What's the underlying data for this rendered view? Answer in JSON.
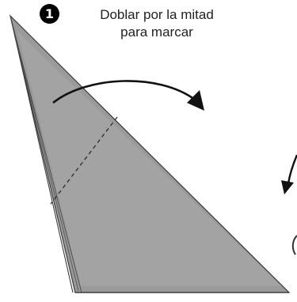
{
  "step": {
    "number": "1",
    "caption_lines": [
      "Doblar por la mitad",
      "para marcar"
    ]
  },
  "colors": {
    "paper_fill": "#9a9a9a",
    "paper_fold_fill": "#a8a8a8",
    "outline": "#3a3a3a",
    "arrow": "#111111",
    "text": "#222222"
  },
  "diagram": {
    "fold_line_style": "dashed",
    "arrows": [
      "fold-arrow-curved",
      "partial-arrow-right-edge"
    ]
  }
}
